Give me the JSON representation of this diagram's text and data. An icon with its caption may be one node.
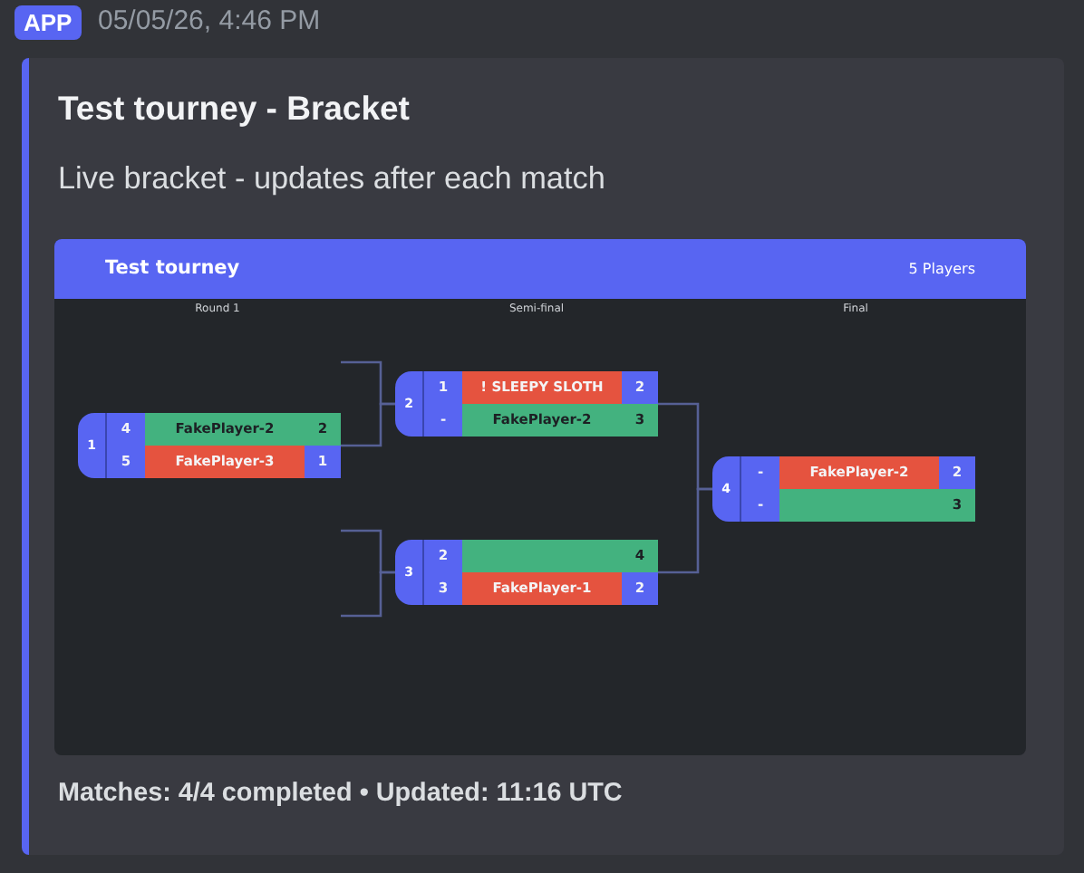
{
  "diagram": {
    "title": "Test tourney - Bracket",
    "nodes": [
      {
        "text": [
          "1"
        ]
      },
      {
        "text": [
          "4"
        ],
        "in": 0
      },
      {
        "text": [
          "FakePlayer-2"
        ],
        "in": 0
      },
      {
        "text": [
          "2"
        ],
        "in": 0
      },
      {
        "text": [
          "5"
        ],
        "in": 0
      },
      {
        "text": [
          "FakePlayer-3"
        ],
        "in": 0
      },
      {
        "text": [
          "1"
        ],
        "in": 0
      },
      {
        "text": [
          "2"
        ]
      },
      {
        "text": [
          "1"
        ],
        "in": 7
      },
      {
        "text": [
          "! SLEEPY SLOTH"
        ],
        "in": 7
      },
      {
        "text": [
          "2"
        ],
        "in": 7
      },
      {
        "text": [
          "-"
        ],
        "in": 7
      },
      {
        "text": [
          "FakePlayer-2"
        ],
        "in": 7
      },
      {
        "text": [
          "3"
        ],
        "in": 7
      },
      {
        "text": [
          "3"
        ]
      },
      {
        "text": [
          "2"
        ],
        "in": 14
      },
      {
        "text": [],
        "shape": "box",
        "in": 14
      },
      {
        "text": [
          "4"
        ],
        "in": 14
      },
      {
        "text": [
          "3"
        ],
        "in": 14
      },
      {
        "text": [
          "FakePlayer-1"
        ],
        "in": 14
      },
      {
        "text": [
          "2"
        ],
        "in": 14
      },
      {
        "text": [
          "4"
        ]
      },
      {
        "text": [
          "-"
        ],
        "in": 21
      },
      {
        "text": [
          "FakePlayer-2"
        ],
        "in": 21
      },
      {
        "text": [
          "2"
        ],
        "in": 21
      },
      {
        "text": [
          "-"
        ],
        "in": 21
      },
      {
        "text": [],
        "shape": "box",
        "in": 21
      },
      {
        "text": [
          "3"
        ],
        "in": 21
      }
    ],
    "edges": [
      {
        "from": null,
        "to": 7,
        "arrow": "none"
      },
      {
        "from": 0,
        "to": 7,
        "arrow": "none"
      },
      {
        "from": null,
        "to": 14,
        "arrow": "none"
      },
      {
        "from": null,
        "to": 14,
        "arrow": "none"
      },
      {
        "from": 7,
        "to": 21,
        "arrow": "none"
      },
      {
        "from": 14,
        "to": 21,
        "arrow": "none"
      }
    ],
    "labels": [
      "APP",
      "05/05/26, 4:46 PM",
      "Live bracket - updates after each match",
      "Test tourney",
      "5 Players",
      "Round 1",
      "Semi-final",
      "Final",
      "Matches: 4/4 completed • Updated: 11:16 UTC"
    ]
  }
}
